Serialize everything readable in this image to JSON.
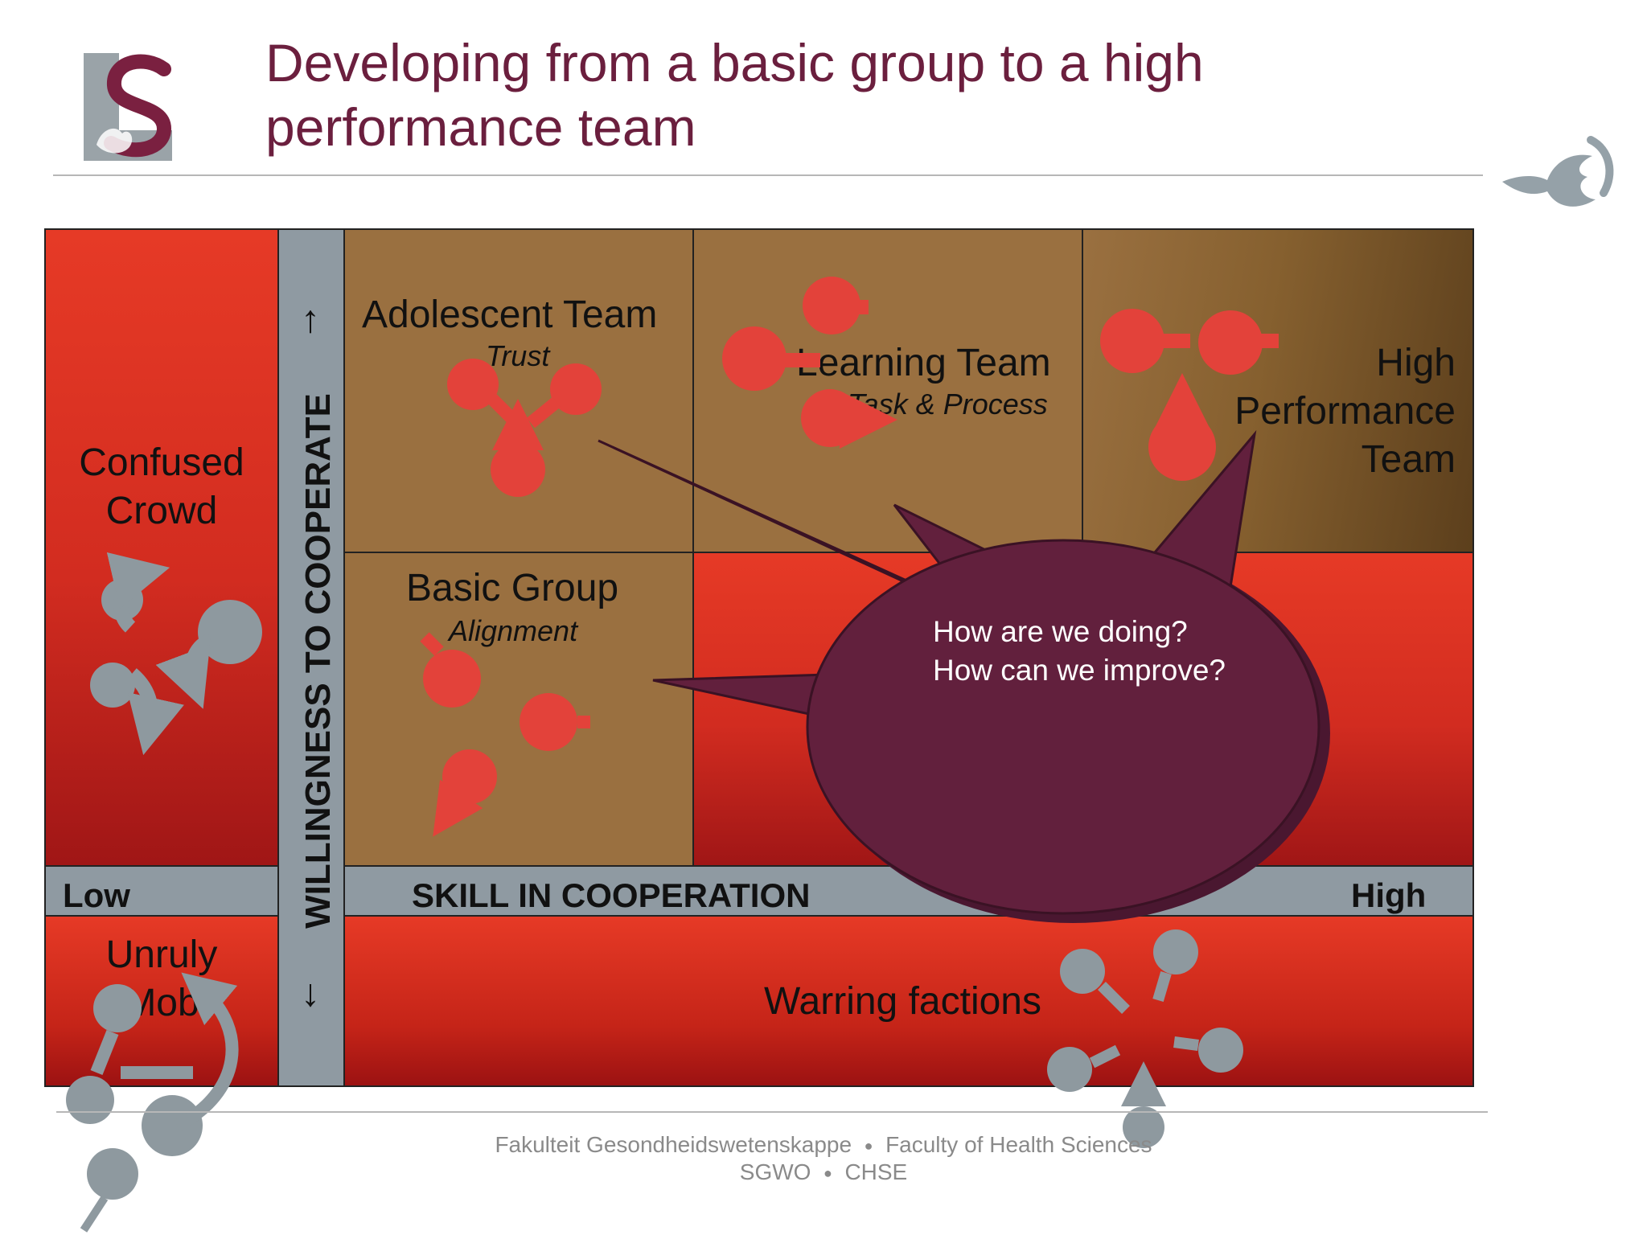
{
  "slide": {
    "title": "Developing from a basic group to a high performance team"
  },
  "colors": {
    "title": "#6b1f3e",
    "red_cell": "#e03024",
    "tan_cell": "#9a7040",
    "axis_gray": "#8f9aa2",
    "callout": "#62203d",
    "icon_red": "#e3423a",
    "icon_gray": "#8e999f"
  },
  "diagram": {
    "confused_crowd": "Confused\nCrowd",
    "adolescent_team": "Adolescent Team",
    "adolescent_sub": "Trust",
    "learning_team": "Learning Team",
    "learning_sub": "Task & Process",
    "high_performance": "High\nPerformance\nTeam",
    "basic_group": "Basic Group",
    "basic_sub": "Alignment",
    "unruly_mob": "Unruly\nMob",
    "warring_factions": "Warring factions",
    "y_axis_label": "WILLINGNESS TO COOPERATE",
    "x_axis_label": "SKILL IN COOPERATION",
    "low_label": "Low",
    "high_label": "High",
    "up_arrow": "↑",
    "down_arrow": "↓"
  },
  "callout": {
    "line1": "How are we doing?",
    "line2": "How can we improve?"
  },
  "footer": {
    "line1_a": "Fakulteit Gesondheidswetenskappe",
    "line1_b": "Faculty of Health Sciences",
    "line2_a": "SGWO",
    "line2_b": "CHSE",
    "separator": "●"
  },
  "icons": {
    "logo": "university-logo",
    "leaf": "oak-leaf-icon"
  }
}
